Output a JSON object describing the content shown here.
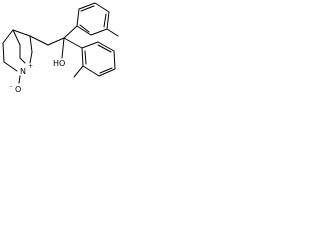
{
  "molecule": {
    "atoms": {
      "nitrogen": "N",
      "nitrogen_charge": "+",
      "oxygen_oxide": "O",
      "oxide_charge": "-",
      "hydroxyl": "HO"
    },
    "bond_color": "#000000",
    "background": "#ffffff"
  }
}
